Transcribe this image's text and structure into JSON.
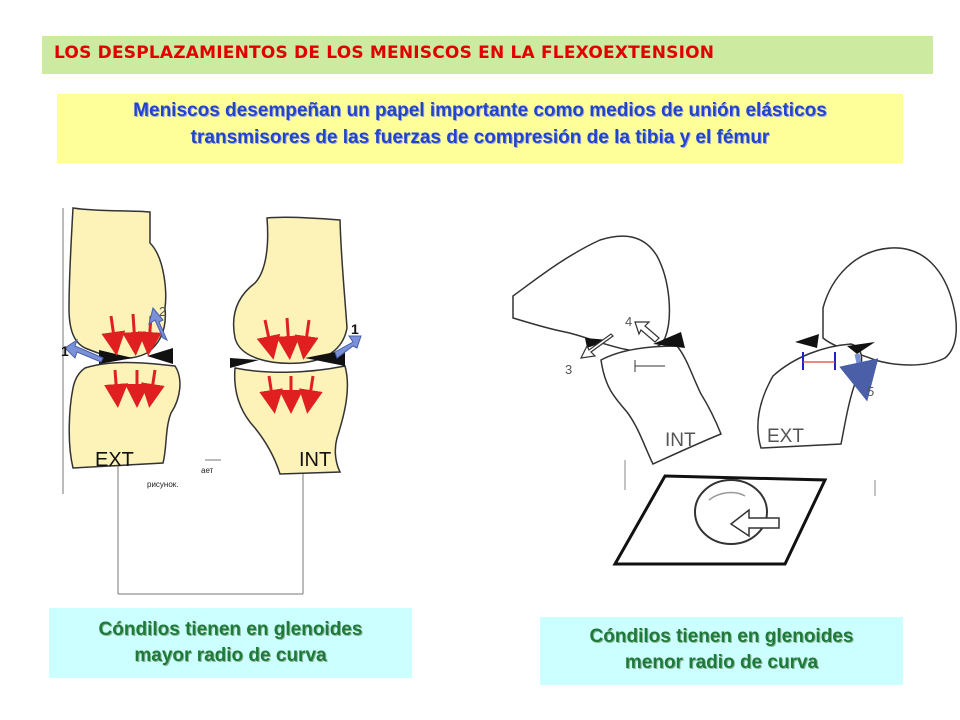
{
  "title": "LOS DESPLAZAMIENTOS DE LOS MENISCOS EN LA FLEXOEXTENSION",
  "subtitle": {
    "line1": "Meniscos desempeñan un papel importante  como medios de unión elásticos",
    "line2": "transmisores de las fuerzas de compresión de la tibia y el fémur"
  },
  "left_figure": {
    "label_ext": "EXT",
    "label_int": "INT",
    "arrow_num_1_left": "1",
    "arrow_num_2": "2",
    "arrow_num_1_right": "1",
    "placeholder_fragment_1": "ает",
    "placeholder_fragment_2": "рисунок."
  },
  "right_figure": {
    "label_int": "INT",
    "label_ext": "EXT",
    "num_3": "3",
    "num_4": "4",
    "num_5": "5"
  },
  "caption_left": {
    "line1": "Cóndilos tienen en glenoides",
    "line2": "mayor radio de curva"
  },
  "caption_right": {
    "line1": "Cóndilos tienen en glenoides",
    "line2": "menor radio de curva"
  },
  "colors": {
    "title_bg": "#cceaa0",
    "title_text": "#e00000",
    "subtitle_bg": "#ffff99",
    "subtitle_text": "#2244cc",
    "caption_bg": "#ccffff",
    "caption_text": "#1e7a3a",
    "bone_fill": "#fdf2b8",
    "force_arrow": "#e02020",
    "meniscus_arrow": "#7a90d8"
  }
}
